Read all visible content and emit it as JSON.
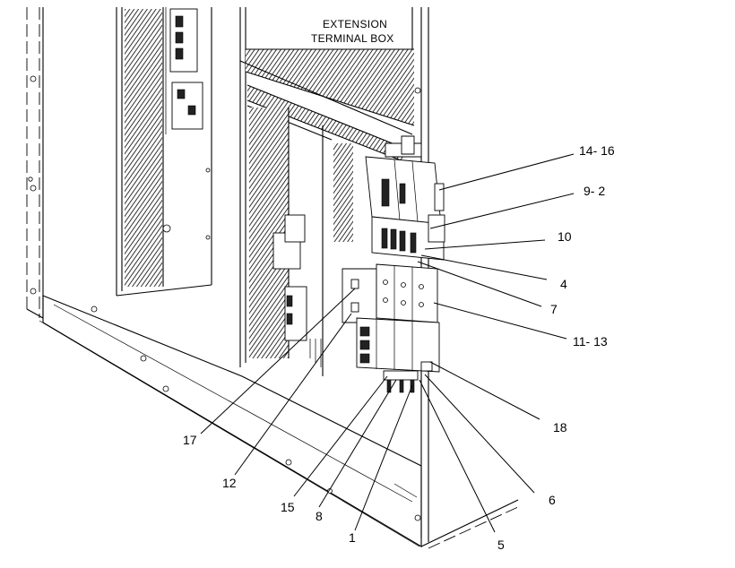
{
  "title": {
    "line1": "EXTENSION",
    "line2": "TERMINAL BOX"
  },
  "callouts": {
    "c14_16": "14- 16",
    "c9_2": "9- 2",
    "c10": "10",
    "c4": "4",
    "c7": "7",
    "c11_13": "11- 13",
    "c18": "18",
    "c6": "6",
    "c5": "5",
    "c1": "1",
    "c8": "8",
    "c15": "15",
    "c12": "12",
    "c17": "17"
  }
}
